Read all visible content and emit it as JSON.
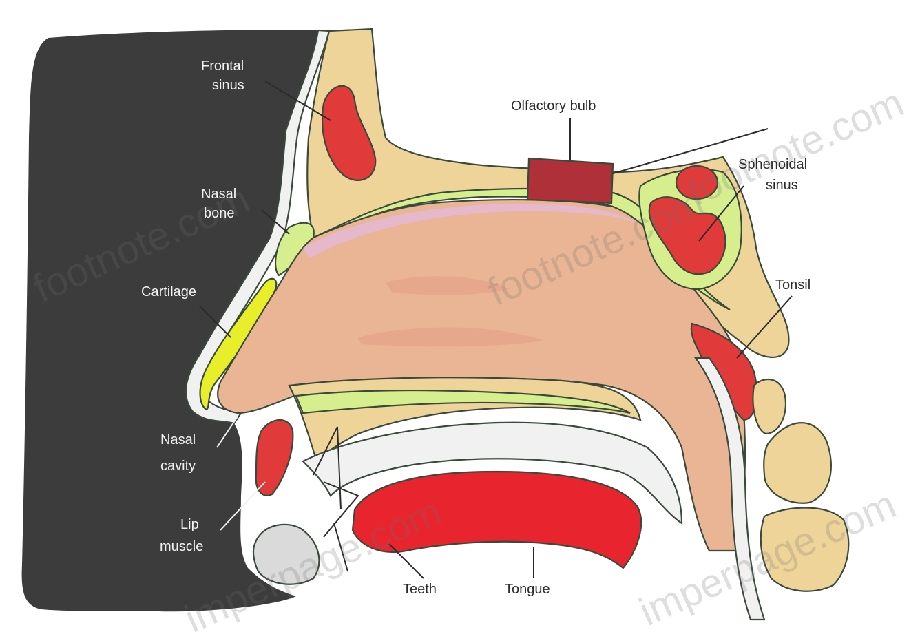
{
  "labels": {
    "frontal_sinus": [
      "Frontal",
      "sinus"
    ],
    "nasal_bone": [
      "Nasal",
      "bone"
    ],
    "cartilage": "Cartilage",
    "nasal_cavity": [
      "Nasal",
      "cavity"
    ],
    "lip_muscle": [
      "Lip",
      "muscle"
    ],
    "olfactory_bulb": "Olfactory bulb",
    "sphenoidal_sinus": [
      "Sphenoidal",
      "sinus"
    ],
    "tonsil": "Tonsil",
    "teeth": "Teeth",
    "tongue": "Tongue"
  },
  "watermarks": [
    "footnote.com",
    "footnote.com",
    "footnote.com",
    "imperpage.com",
    "imperpage.com"
  ],
  "colors": {
    "face_silhouette": "#3c3c3c",
    "bone": "#efd49a",
    "sinus_fill": "#e03a3a",
    "soft_tissue": "#e9b594",
    "mucosa_pink": "#e6b8d0",
    "green_layer": "#d7ee8e",
    "cartilage": "#e8ee2a",
    "olfactory_bulb": "#b0303a",
    "tongue": "#e8242e",
    "white_tissue": "#f1f1f1"
  }
}
